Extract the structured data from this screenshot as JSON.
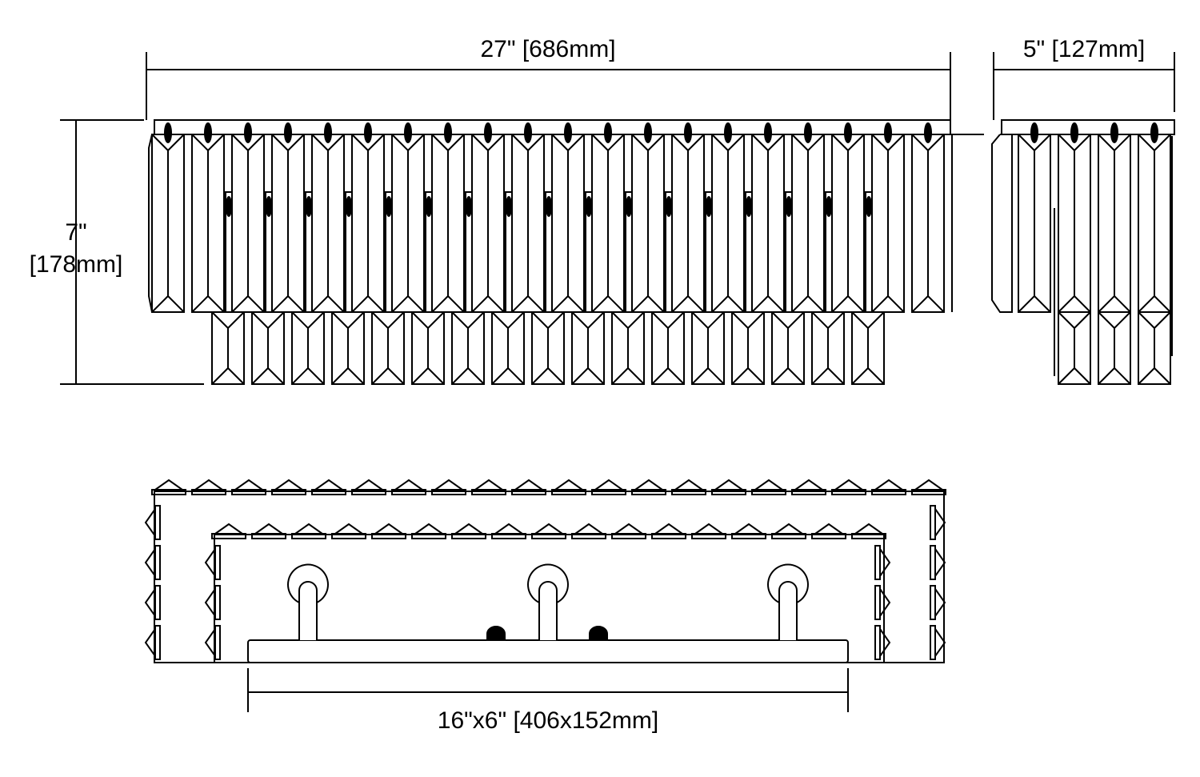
{
  "dimensions": {
    "width": "27\" [686mm]",
    "depth": "5\" [127mm]",
    "height_in": "7\"",
    "height_mm": "[178mm]",
    "backplate": "16\"x6\" [406x152mm]"
  },
  "front_view": {
    "outer_crystals": 20,
    "inner_crystals": 17
  },
  "side_view": {
    "outer_crystals": 4,
    "inner_crystals": 3
  },
  "top_view": {
    "outer_top_prisms": 20,
    "inner_top_prisms": 17,
    "outer_side_prisms": 4,
    "inner_side_prisms": 3,
    "arms": 3
  },
  "colors": {
    "line": "#000000",
    "background": "#ffffff"
  }
}
